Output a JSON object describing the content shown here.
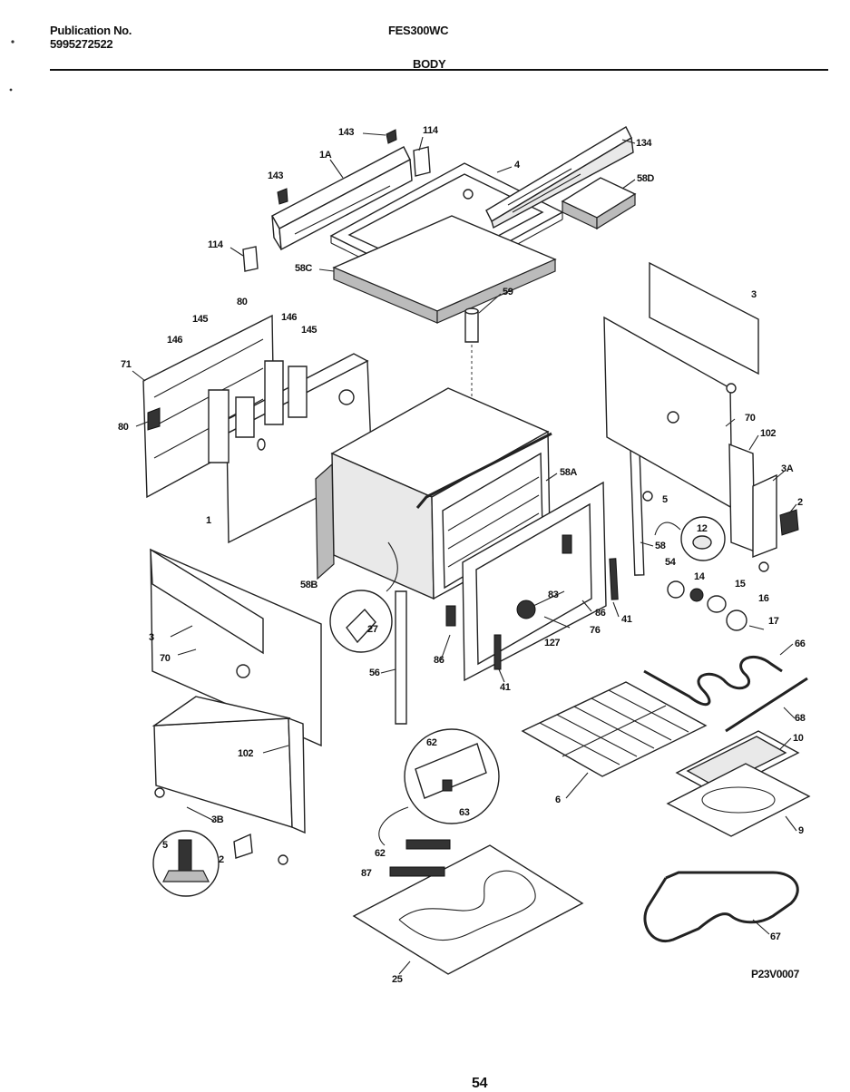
{
  "header": {
    "publication_label": "Publication No.",
    "publication_number": "5995272522",
    "model": "FES300WC",
    "section": "BODY"
  },
  "figure_code": "P23V0007",
  "footer_page": "54",
  "callouts": [
    "143",
    "114",
    "134",
    "1A",
    "4",
    "143",
    "58D",
    "114",
    "58C",
    "59",
    "80",
    "145",
    "146",
    "146",
    "145",
    "3",
    "71",
    "80",
    "70",
    "102",
    "3A",
    "2",
    "1",
    "58A",
    "5",
    "12",
    "58",
    "58B",
    "54",
    "14",
    "15",
    "16",
    "17",
    "27",
    "83",
    "86",
    "41",
    "3",
    "70",
    "76",
    "127",
    "86",
    "66",
    "56",
    "41",
    "68",
    "10",
    "102",
    "62",
    "6",
    "9",
    "3B",
    "63",
    "5",
    "62",
    "2",
    "87",
    "67",
    "25"
  ]
}
